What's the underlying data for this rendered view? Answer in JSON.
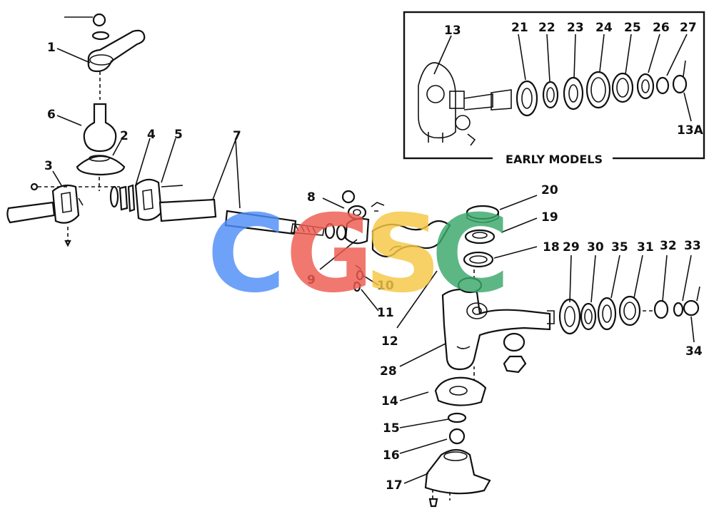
{
  "inset": {
    "title": "EARLY MODELS"
  },
  "labels": {
    "p1": "1",
    "p2": "2",
    "p3": "3",
    "p4": "4",
    "p5": "5",
    "p6": "6",
    "p7": "7",
    "p8": "8",
    "p9": "9",
    "p10": "10",
    "p11": "11",
    "p12": "12",
    "p13": "13",
    "p13a": "13A",
    "p14": "14",
    "p15": "15",
    "p16": "16",
    "p17": "17",
    "p18": "18",
    "p19": "19",
    "p20": "20",
    "p21": "21",
    "p22": "22",
    "p23": "23",
    "p24": "24",
    "p25": "25",
    "p26": "26",
    "p27": "27",
    "p28": "28",
    "p29": "29",
    "p30": "30",
    "p31": "31",
    "p32": "32",
    "p33": "33",
    "p34": "34",
    "p35": "35"
  },
  "watermark": {
    "letters": [
      "C",
      "G",
      "S",
      "C"
    ],
    "colors": [
      "#4f8ef7",
      "#ef5b50",
      "#f6c744",
      "#3aa86b"
    ]
  }
}
